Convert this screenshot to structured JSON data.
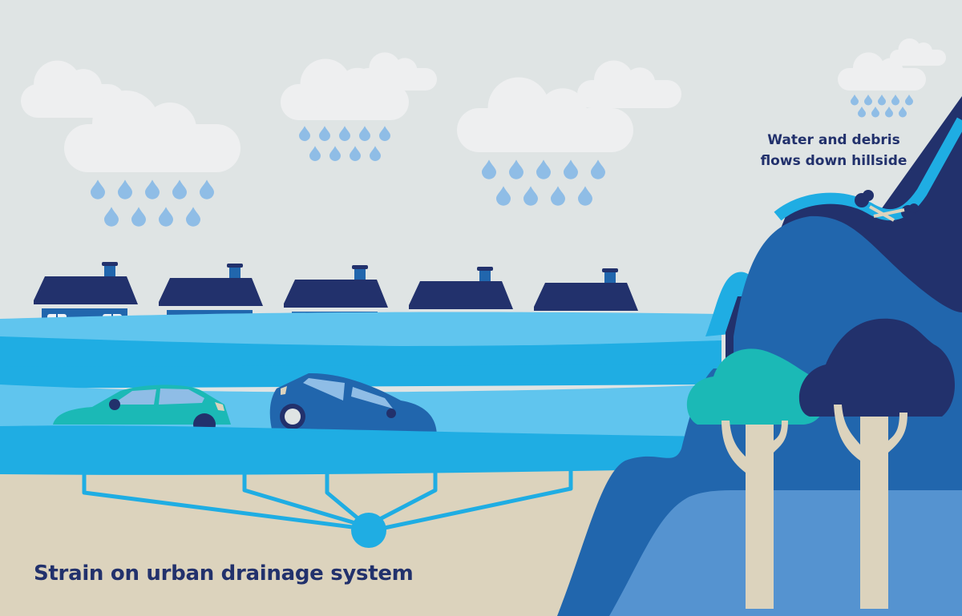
{
  "captions": {
    "urban": "Strain on urban drainage system",
    "hillside_line1": "Water and debris",
    "hillside_line2": "flows down hillside"
  },
  "colors": {
    "sky": "#dfe4e4",
    "cloud": "#eeeff0",
    "raindrop": "#8fbde6",
    "navy": "#22316c",
    "house_blue": "#2166ad",
    "water_light": "#60c5ee",
    "water_mid": "#1fade3",
    "ground": "#dcd3bd",
    "hill_light": "#5593d0",
    "teal": "#1bb9b6"
  },
  "scene": {
    "house_count": 5,
    "car_count": 2,
    "tree_count": 2
  }
}
